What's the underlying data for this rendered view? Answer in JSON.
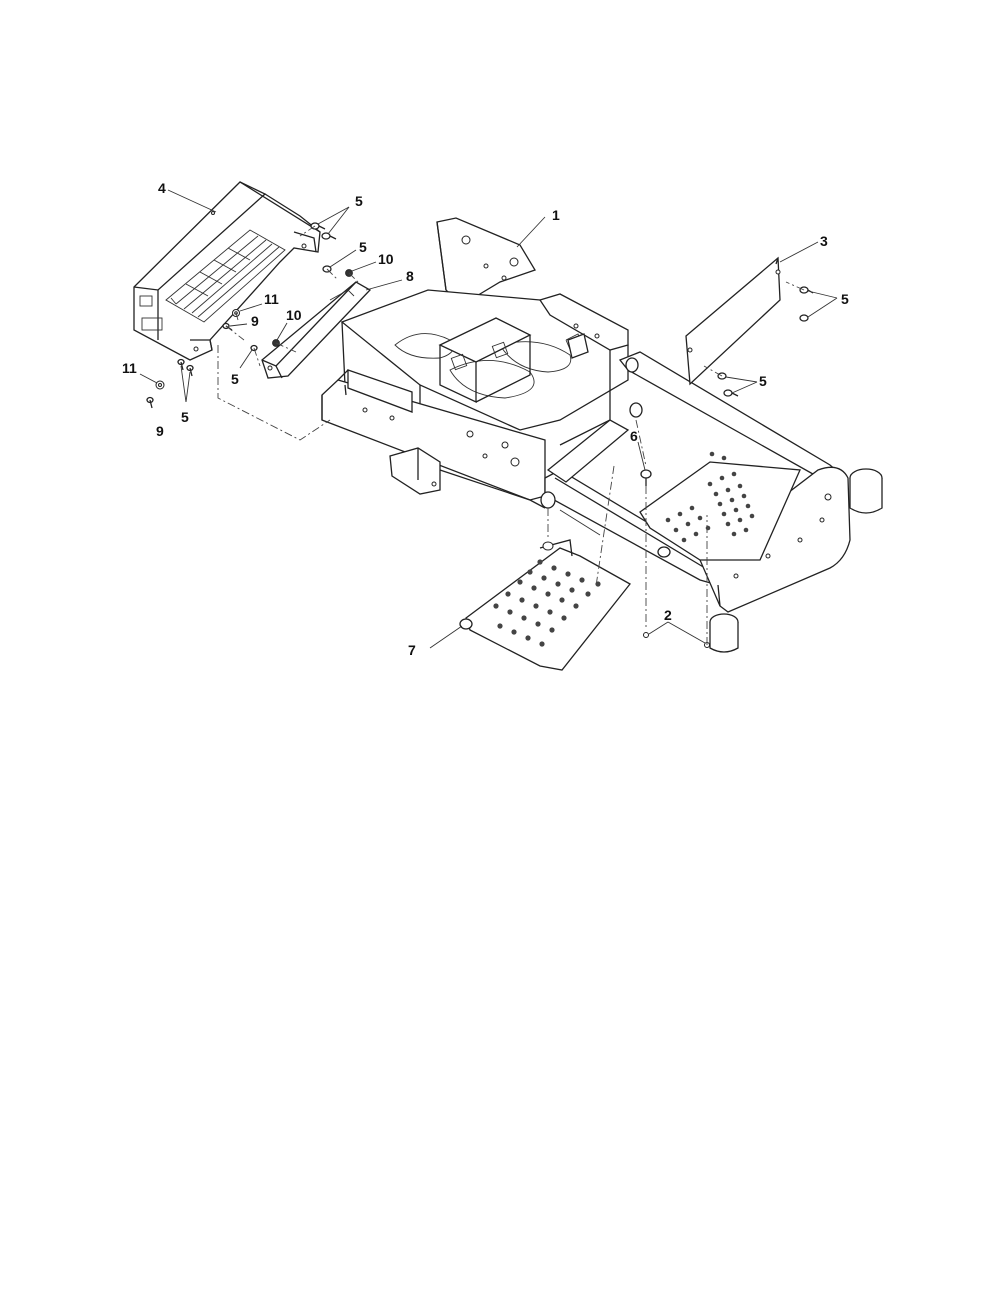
{
  "callouts": {
    "c1": "1",
    "c2": "2",
    "c3": "3",
    "c4": "4",
    "c5a": "5",
    "c5b": "5",
    "c5c": "5",
    "c5d": "5",
    "c5e": "5",
    "c5f": "5",
    "c6": "6",
    "c7": "7",
    "c8": "8",
    "c9a": "9",
    "c9b": "9",
    "c10a": "10",
    "c10b": "10",
    "c11a": "11",
    "c11b": "11"
  }
}
